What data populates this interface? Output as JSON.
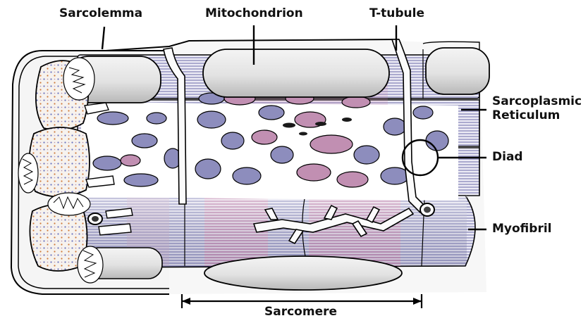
{
  "labels": {
    "sarcolemma": "Sarcolemma",
    "mitochondrion": "Mitochondrion",
    "t_tubule": "T-tubule",
    "sarcoplasmic_reticulum_line1": "Sarcoplasmic",
    "sarcoplasmic_reticulum_line2": "Reticulum",
    "diad": "Diad",
    "myofibril": "Myofibril",
    "sarcomere": "Sarcomere"
  },
  "colors": {
    "outline": "#000000",
    "myofibril_band_light": "#6a6aa8",
    "myofibril_band_pink": "#b0508a",
    "myofibril_fill": "#ecebf5",
    "pink_zone": "#e0b6d0",
    "dot_blue": "#6a74c0",
    "dot_orange": "#d07a3a",
    "nucleus_bg": "#f6f2ee",
    "mitochondrion_fill": "#e6e6e6",
    "reticulum_fill": "#ffffff",
    "gap_blue": "#8d8dbd",
    "gap_pink": "#c18fb2"
  }
}
